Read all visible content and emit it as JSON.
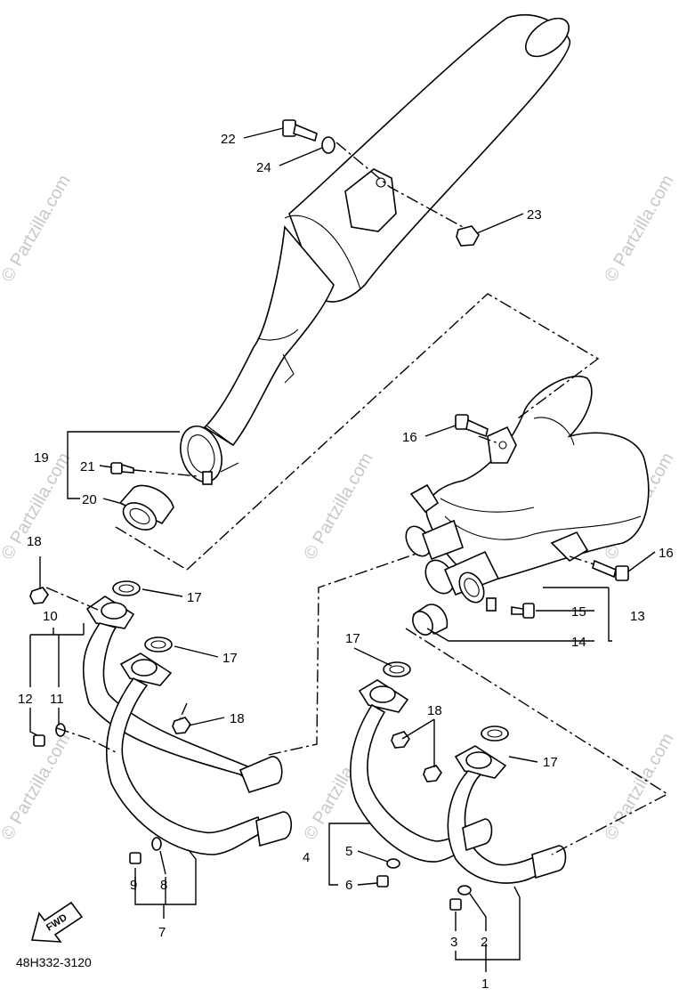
{
  "diagram": {
    "code": "48H332-3120",
    "fwd_label": "FWD",
    "watermark": "© Partzilla.com",
    "callouts": {
      "c1": "1",
      "c2": "2",
      "c3": "3",
      "c4": "4",
      "c5": "5",
      "c6": "6",
      "c7": "7",
      "c8": "8",
      "c9": "9",
      "c10": "10",
      "c11": "11",
      "c12": "12",
      "c13": "13",
      "c14": "14",
      "c15": "15",
      "c16a": "16",
      "c16b": "16",
      "c17a": "17",
      "c17b": "17",
      "c17c": "17",
      "c17d": "17",
      "c18a": "18",
      "c18b": "18",
      "c18c": "18",
      "c19": "19",
      "c20": "20",
      "c21": "21",
      "c22": "22",
      "c23": "23",
      "c24": "24"
    }
  }
}
